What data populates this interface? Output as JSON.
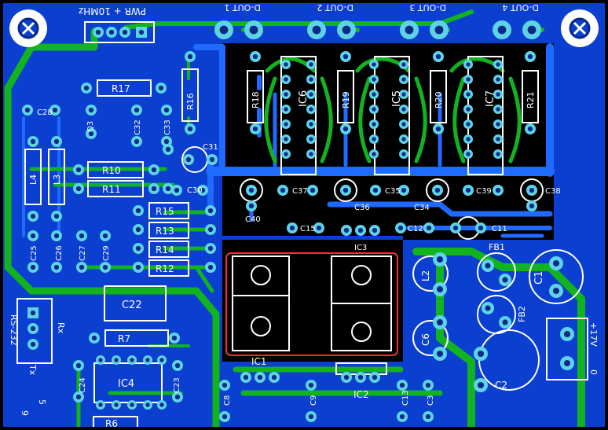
{
  "colors": {
    "background": "#000000",
    "board_fill": "#0a3fd0",
    "copper_bottom": "#1f6bff",
    "copper_top": "#12b31e",
    "pad_ring": "#5fd3e6",
    "pad_ring_light": "#9fe7f2",
    "drill": "#0a2a8a",
    "silkscreen": "#ffffff",
    "keepout": "#ff2a2a"
  },
  "labels": {
    "pwr": "PWR + 10MHz",
    "dout1": "D-OUT 1",
    "dout2": "D-OUT 2",
    "dout3": "D-OUT 3",
    "dout4": "D-OUT 4",
    "rs232": "RS-232",
    "rx": "Rx",
    "tx": "Tx",
    "v17": "+17V",
    "zero": "0",
    "pin5": "5",
    "pin9": "9",
    "r6": "R6",
    "r7": "R7",
    "r10": "R10",
    "r11": "R11",
    "r12": "R12",
    "r13": "R13",
    "r14": "R14",
    "r15": "R15",
    "r16": "R16",
    "r17": "R17",
    "r18": "R18",
    "r19": "R19",
    "r20": "R20",
    "r21": "R21",
    "c1": "C1",
    "c2": "C2",
    "c3": "C3",
    "c6": "C6",
    "c8": "C8",
    "c9": "C9",
    "c11": "C11",
    "c12": "C12",
    "c13": "C13",
    "c15": "C15",
    "c22": "C22",
    "c23": "C23",
    "c24": "C24",
    "c25": "C25",
    "c26": "C26",
    "c27": "C27",
    "c28": "C28",
    "c29": "C29",
    "c30": "C30",
    "c31": "C31",
    "c32": "C32",
    "c33": "C33",
    "c34": "C34",
    "c35": "C35",
    "c36": "C36",
    "c37": "C37",
    "c38": "C38",
    "c39": "C39",
    "c40": "C40",
    "ic1": "IC1",
    "ic2": "IC2",
    "ic3": "IC3",
    "ic4": "IC4",
    "ic5": "IC5",
    "ic6": "IC6",
    "ic7": "IC7",
    "l2": "L2",
    "l3": "L3",
    "l4": "L4",
    "q3": "Q3",
    "fb1": "FB1",
    "fb2": "FB2",
    "plus": "+"
  }
}
